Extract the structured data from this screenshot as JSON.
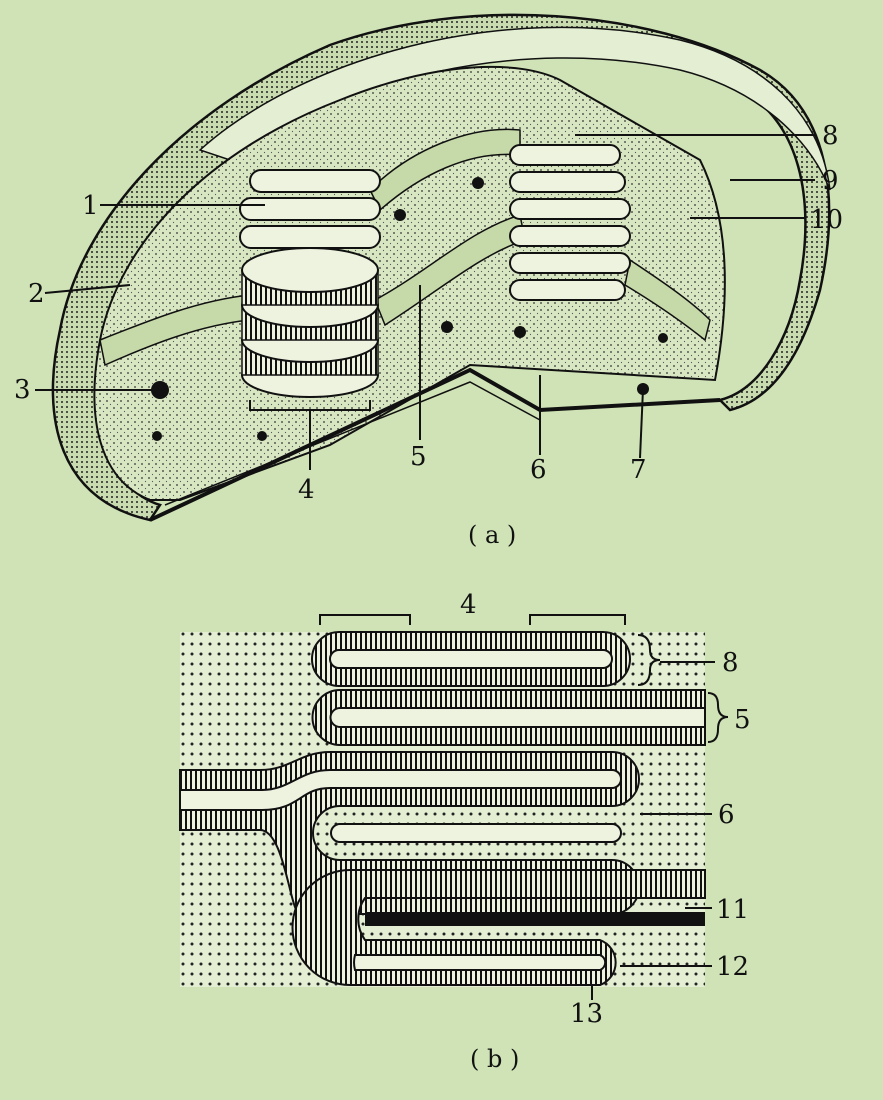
{
  "figure_a": {
    "caption": "( a )",
    "labels": [
      "1",
      "2",
      "3",
      "4",
      "5",
      "6",
      "7",
      "8",
      "9",
      "10"
    ]
  },
  "figure_b": {
    "caption": "( b )",
    "labels": [
      "4",
      "8",
      "5",
      "6",
      "11",
      "12",
      "13"
    ]
  },
  "colors": {
    "background": "#cfe3b6",
    "ink": "#111111",
    "stroma": "#d9e8c3",
    "membrane_fill": "#eef3e0"
  }
}
